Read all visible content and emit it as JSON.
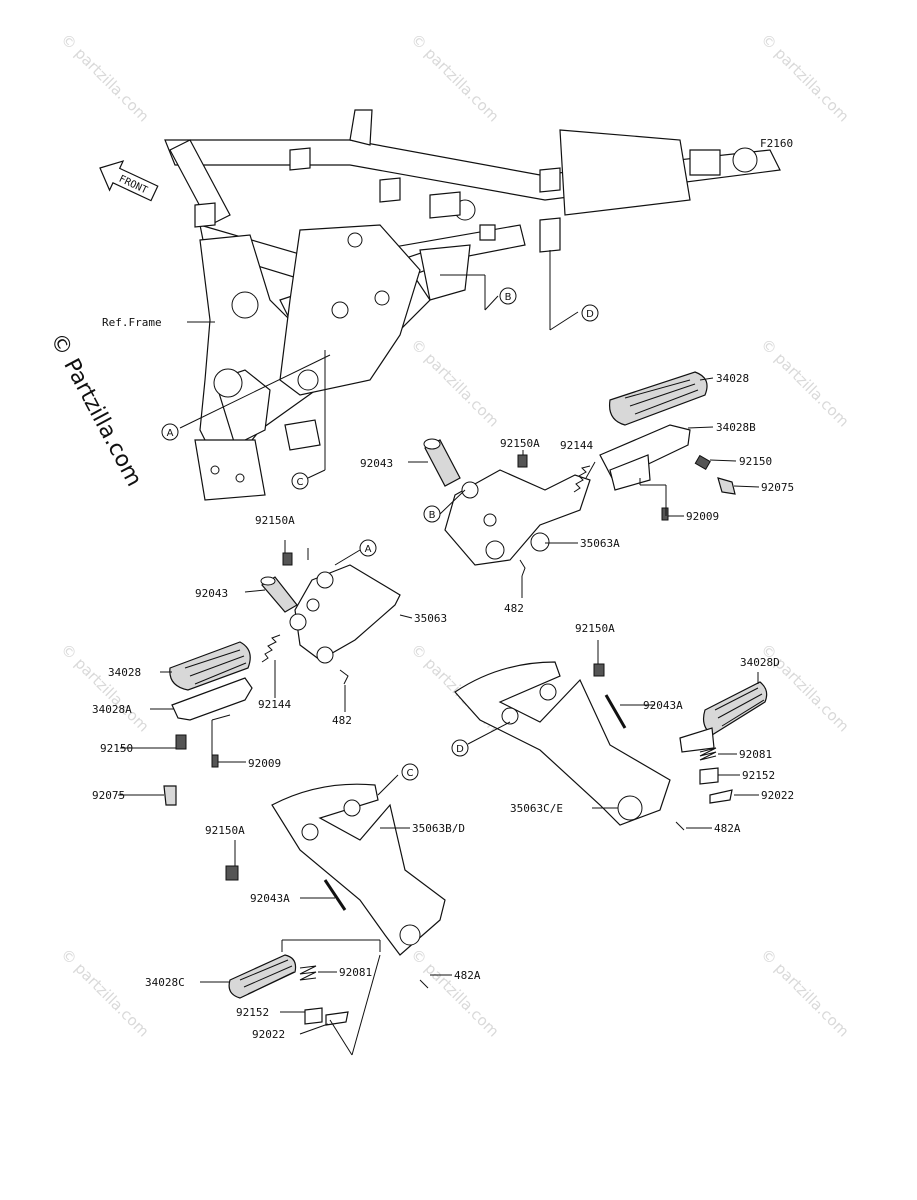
{
  "diagram_code": "F2160",
  "front_label": "FRONT",
  "ref_frame_label": "Ref.Frame",
  "copyright_side": "© Partzilla.com",
  "watermark_text": "© partzilla.com",
  "callouts": [
    "A",
    "B",
    "C",
    "D"
  ],
  "parts": {
    "p34028_r": "34028",
    "p34028B": "34028B",
    "p92150_r": "92150",
    "p92075_r": "92075",
    "p92009_r": "92009",
    "p92144_r": "92144",
    "p92150A_r": "92150A",
    "p92043_r": "92043",
    "p35063A": "35063A",
    "p482_r": "482",
    "p92150A_l": "92150A",
    "p92043_l": "92043",
    "p35063": "35063",
    "p34028_l": "34028",
    "p34028A": "34028A",
    "p92144_l": "92144",
    "p482_l": "482",
    "p92150_l": "92150",
    "p92009_l": "92009",
    "p92075_l": "92075",
    "p92150A_rr": "92150A",
    "p34028D": "34028D",
    "p92043A_r": "92043A",
    "p92081_r": "92081",
    "p92152_r": "92152",
    "p92022_r": "92022",
    "p35063CE": "35063C/E",
    "p482A_r": "482A",
    "p35063BD": "35063B/D",
    "p92150A_rl": "92150A",
    "p92043A_l": "92043A",
    "p482A_l": "482A",
    "p34028C": "34028C",
    "p92081_l": "92081",
    "p92152_l": "92152",
    "p92022_l": "92022"
  }
}
